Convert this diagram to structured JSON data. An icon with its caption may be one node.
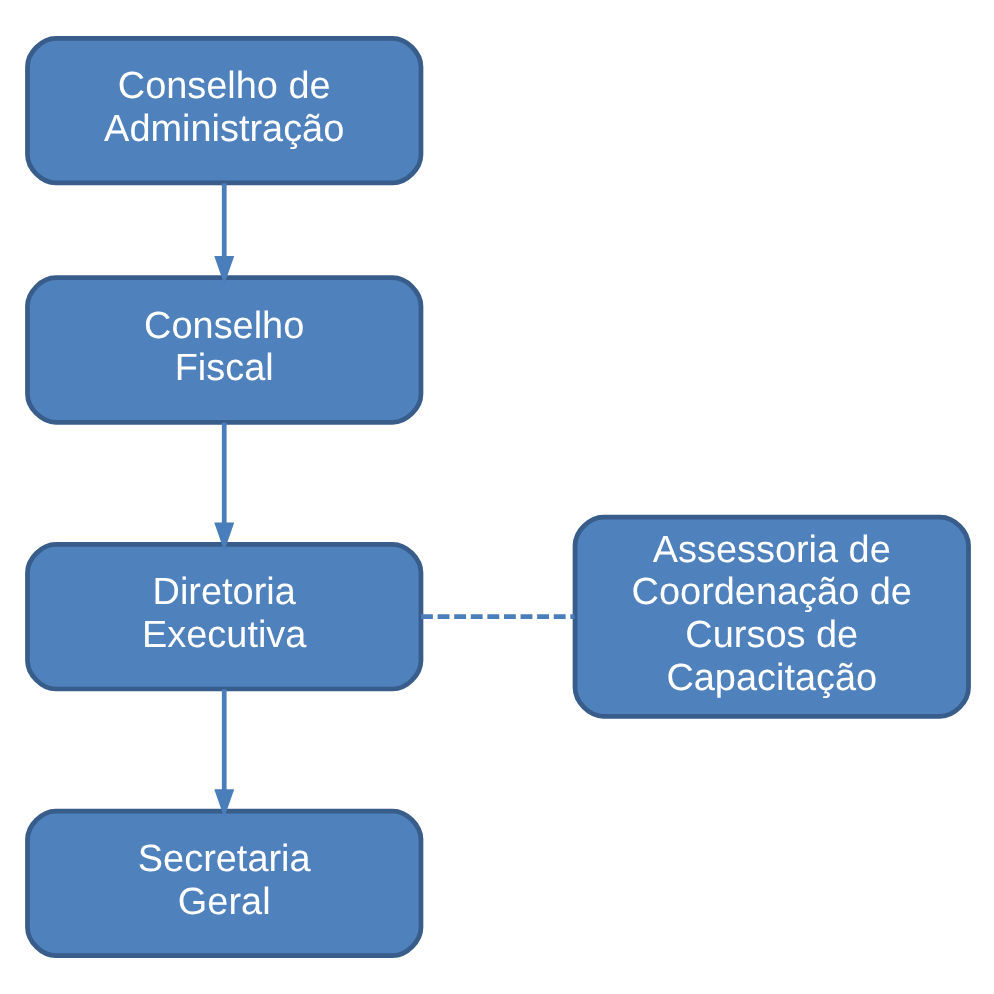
{
  "diagram": {
    "nodes": [
      {
        "text": [
          "Conselho de Administração"
        ]
      },
      {
        "text": [
          "Conselho Fiscal"
        ]
      },
      {
        "text": [
          "Diretoria Executiva"
        ]
      },
      {
        "text": [
          "Assessoria de Coordenação de Cursos de Capacitação"
        ]
      },
      {
        "text": [
          "Secretaria Geral"
        ]
      }
    ],
    "edges": [
      {
        "from": 0,
        "to": 1,
        "arrow": "to"
      },
      {
        "from": 1,
        "to": 2,
        "arrow": "to"
      },
      {
        "from": 2,
        "to": 3,
        "arrow": "none",
        "style": "dashed"
      },
      {
        "from": 2,
        "to": 4,
        "arrow": "to"
      }
    ]
  }
}
